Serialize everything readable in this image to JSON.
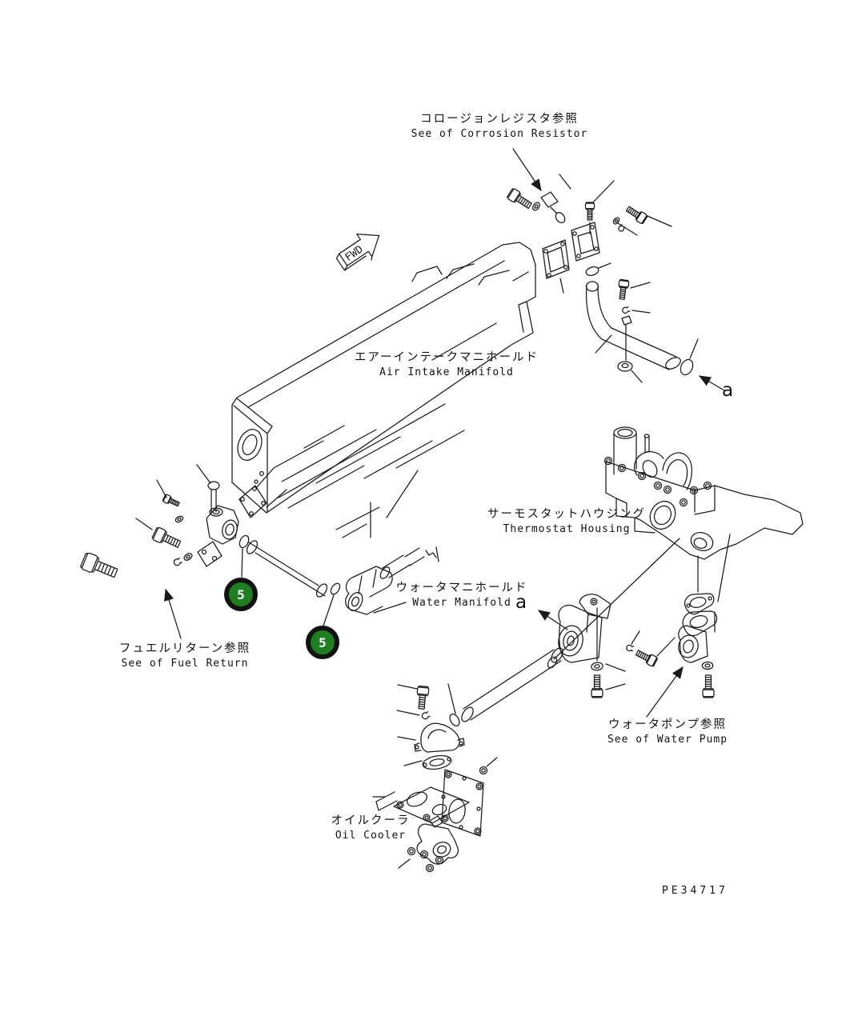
{
  "diagram": {
    "fwd_label": "FWD",
    "part_code": "PE34717",
    "ref_a_top": "a",
    "ref_a_mid": "a",
    "badge_1": "5",
    "badge_2": "5",
    "labels": {
      "corrosion_resistor_jp": "コロージョンレジスタ参照",
      "corrosion_resistor_en": "See of Corrosion Resistor",
      "air_intake_manifold_jp": "エアーインテークマニホールド",
      "air_intake_manifold_en": "Air Intake Manifold",
      "thermostat_housing_jp": "サーモスタットハウジング",
      "thermostat_housing_en": "Thermostat Housing",
      "water_manifold_jp": "ウォータマニホールド",
      "water_manifold_en": "Water Manifold",
      "fuel_return_jp": "フュエルリターン参照",
      "fuel_return_en": "See of Fuel Return",
      "water_pump_jp": "ウォータポンプ参照",
      "water_pump_en": "See of Water Pump",
      "oil_cooler_jp": "オイルクーラ",
      "oil_cooler_en": "Oil Cooler"
    },
    "colors": {
      "line": "#1a1a1a",
      "background": "#ffffff",
      "badge_fill": "#1e7e20",
      "badge_ring": "#121212",
      "badge_text": "#ffffff"
    }
  }
}
